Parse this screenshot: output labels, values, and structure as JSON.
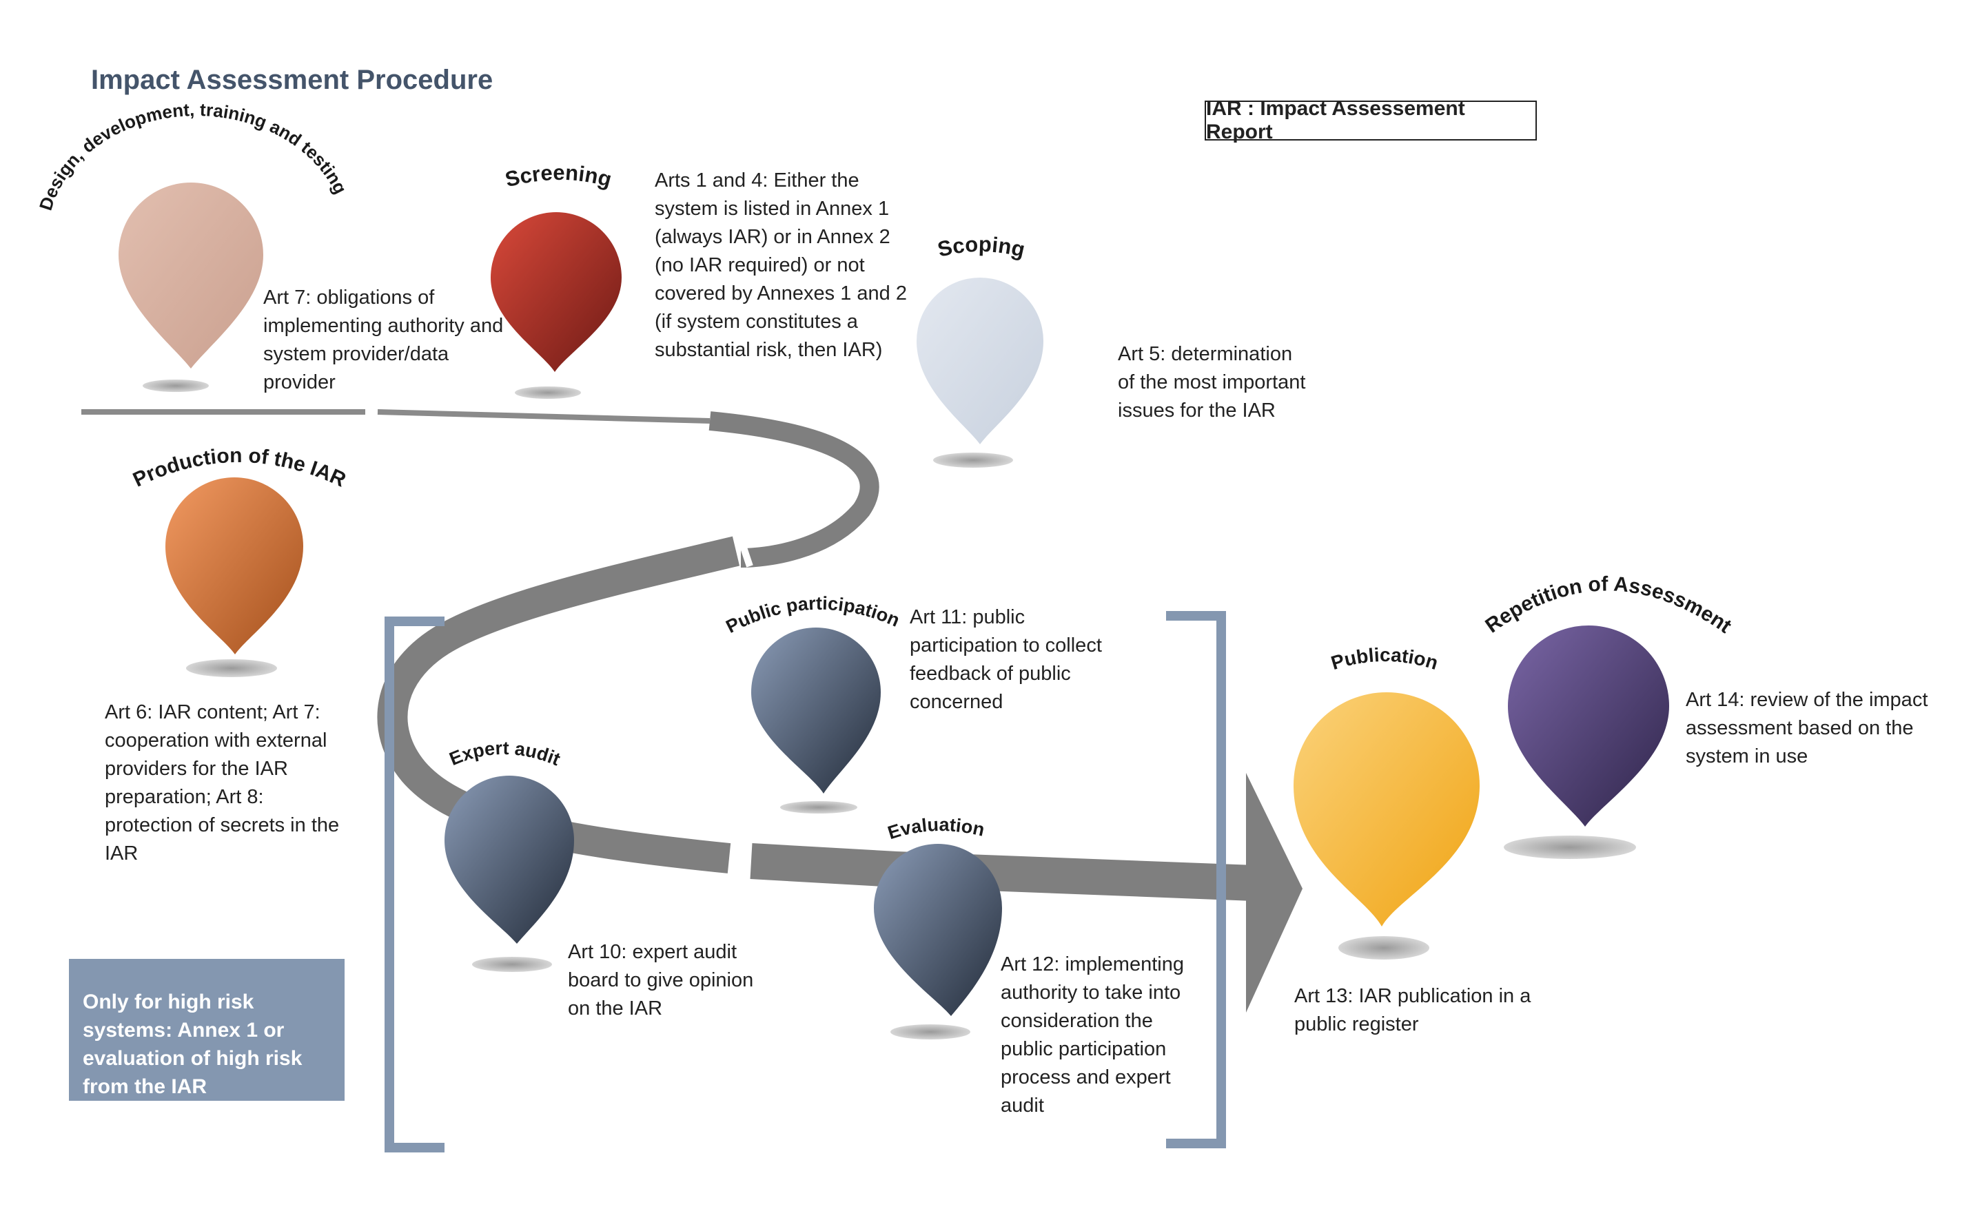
{
  "title": "Impact Assessment Procedure",
  "legend": "IAR : Impact Assessement Report",
  "high_risk_note": "Only for high risk systems: Annex 1 or evaluation of high risk from the IAR",
  "colors": {
    "design": "#d8b1a0",
    "screening": "#b53224",
    "scoping": "#d6dde8",
    "production": "#d46b2c",
    "blue_gray": "#6b7d99",
    "publication": "#f2ae2a",
    "repetition": "#57457e",
    "road": "#808080",
    "bracket": "#8497b0"
  },
  "stages": [
    {
      "id": "design",
      "label": "Design, development, training and testing",
      "text": "Art 7: obligations of implementing authority and system provider/data provider",
      "icon": "map-pin-icon"
    },
    {
      "id": "screening",
      "label": "Screening",
      "text": "Arts 1 and 4: Either the system is listed in Annex 1 (always IAR) or in Annex 2 (no IAR required) or not covered by Annexes 1 and 2 (if system constitutes a substantial risk, then IAR)",
      "icon": "map-pin-icon"
    },
    {
      "id": "scoping",
      "label": "Scoping",
      "text": "Art 5: determination of the most important issues for the IAR",
      "icon": "map-pin-icon"
    },
    {
      "id": "production",
      "label": "Production of the IAR",
      "text": "Art 6: IAR content; Art 7: cooperation with external providers for the IAR preparation; Art 8: protection of secrets in the IAR",
      "icon": "map-pin-icon"
    },
    {
      "id": "public",
      "label": "Public participation",
      "text": "Art 11: public participation to collect feedback of public concerned",
      "icon": "map-pin-icon"
    },
    {
      "id": "expert",
      "label": "Expert audit",
      "text": "Art 10: expert audit board to give opinion on the IAR",
      "icon": "map-pin-icon"
    },
    {
      "id": "evaluation",
      "label": "Evaluation",
      "text": "Art 12: implementing authority to take into consideration the public participation process and expert audit",
      "icon": "map-pin-icon"
    },
    {
      "id": "publication",
      "label": "Publication",
      "text": "Art 13: IAR publication in a public register",
      "icon": "map-pin-icon"
    },
    {
      "id": "repetition",
      "label": "Repetition of Assessment",
      "text": "Art 14: review of the impact assessment based on the system in use",
      "icon": "map-pin-icon"
    }
  ]
}
